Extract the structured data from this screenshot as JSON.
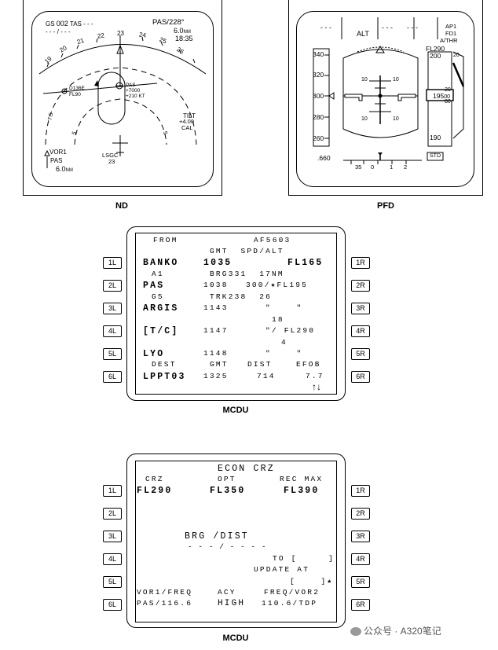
{
  "nd": {
    "caption": "ND",
    "gs_label": "GS",
    "gs": "002",
    "tas_label": "TAS",
    "tas": "- - -",
    "wind": "- - - / - - -",
    "wpt": "PAS/228°",
    "dist": "6.0",
    "dist_unit": "NM",
    "eta": "18:35",
    "headings": [
      "19",
      "20",
      "21",
      "22",
      "23",
      "24",
      "25",
      "26"
    ],
    "pas_lbl": "PAS",
    "pas_alt": "+7000",
    "pas_spd": "+210 KT",
    "d_lbl": "D136E",
    "fl_lbl": "FL90",
    "range_outer": "7.5",
    "range_inner": "5",
    "tilt_lbl": "TILT",
    "tilt_val": "+4.00",
    "cal": "CAL",
    "lsgc": "LSGC",
    "lsgc_n": "23",
    "vor": "VOR1",
    "vor_id": "PAS",
    "vor_dist": "6.0",
    "vor_unit": "NM"
  },
  "pfd": {
    "caption": "PFD",
    "fma": [
      "- - -",
      "ALT",
      "- - -",
      "- - -"
    ],
    "ap": "AP1",
    "fd": "FD1",
    "athr": "A/THR",
    "fl_target": "FL290",
    "speeds": [
      "340",
      "320",
      "300",
      "280",
      "260"
    ],
    "alt_top": "200",
    "alt_mid": "195",
    "alt_mid_small": "00",
    "alt_bot": "190",
    "alt_20a": "20",
    "alt_20b": "20",
    "alt_80": "80",
    "pitch": [
      "10",
      "10",
      "10",
      "10"
    ],
    "mach": ".660",
    "heading_scale": [
      "35",
      "0",
      "1",
      "2"
    ],
    "std": "STD"
  },
  "mcdu1": {
    "caption": "MCDU",
    "lsk_left": [
      "1L",
      "2L",
      "3L",
      "4L",
      "5L",
      "6L"
    ],
    "lsk_right": [
      "1R",
      "2R",
      "3R",
      "4R",
      "5R",
      "6R"
    ],
    "title_left": "FROM",
    "title_right": "AF5603",
    "hdr": "GMT  SPD/ALT",
    "r1_wpt": "BANKO",
    "r1_time": "1035",
    "r1_alt": "FL165",
    "r1b_lbl": "A1",
    "r1b_info": "BRG331  17NM",
    "r2_wpt": "PAS",
    "r2_time": "1038",
    "r2_alt": "300/★FL195",
    "r2b_lbl": "G5",
    "r2b_info": "TRK238  26",
    "r3_wpt": "ARGIS",
    "r3_time": "1143",
    "r3_alt": "\"    \"",
    "r3b_info": "18",
    "r4_wpt": "[T/C]",
    "r4_time": "1147",
    "r4_alt": "\"/ FL290",
    "r4b_info": "4",
    "r5_wpt": "LYO",
    "r5_time": "1148",
    "r5_alt": "\"    \"",
    "r5b_dest": "DEST",
    "r5b_gmt": "GMT",
    "r5b_dist": "DIST",
    "r5b_efob": "EFOB",
    "r6_wpt": "LPPT03",
    "r6_time": "1325",
    "r6_dist": "714",
    "r6_efob": "7.7",
    "arrows": "↑↓"
  },
  "mcdu2": {
    "caption": "MCDU",
    "lsk_left": [
      "1L",
      "2L",
      "3L",
      "4L",
      "5L",
      "6L"
    ],
    "lsk_right": [
      "1R",
      "2R",
      "3R",
      "4R",
      "5R",
      "6R"
    ],
    "title": "ECON CRZ",
    "crz_lbl": "CRZ",
    "opt_lbl": "OPT",
    "rec_lbl": "REC MAX",
    "crz": "FL290",
    "opt": "FL350",
    "rec": "FL390",
    "brg_lbl": "BRG /DIST",
    "brg_val": "- - - / - - - -",
    "to_lbl": "TO [     ]",
    "upd_lbl": "UPDATE AT",
    "upd_val": "[    ]★",
    "vor1_lbl": "VOR1/FREQ",
    "acy_lbl": "ACY",
    "vor2_lbl": "FREQ/VOR2",
    "vor1_val": "PAS/116.6",
    "acy_val": "HIGH",
    "vor2_val": "110.6/TDP"
  },
  "watermark": "公众号 · A320笔记"
}
